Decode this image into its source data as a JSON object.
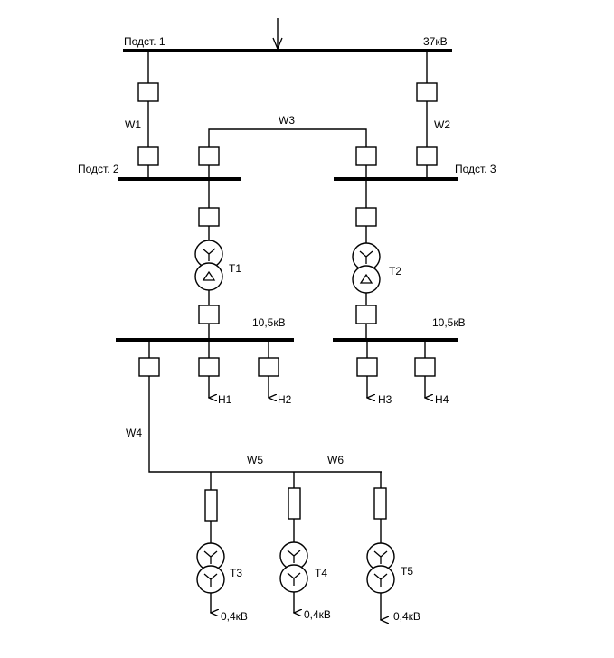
{
  "diagram": {
    "labels": {
      "sub1": "Подст. 1",
      "sub1_voltage": "37кВ",
      "sub2": "Подст. 2",
      "sub3": "Подст. 3",
      "w1": "W1",
      "w2": "W2",
      "w3": "W3",
      "w4": "W4",
      "w5": "W5",
      "w6": "W6",
      "t1": "T1",
      "t2": "T2",
      "t3": "T3",
      "t4": "T4",
      "t5": "T5",
      "bus_left_voltage": "10,5кВ",
      "bus_right_voltage": "10,5кВ",
      "h1": "H1",
      "h2": "H2",
      "h3": "H3",
      "h4": "H4",
      "lv3": "0,4кВ",
      "lv4": "0,4кВ",
      "lv5": "0,4кВ"
    }
  }
}
